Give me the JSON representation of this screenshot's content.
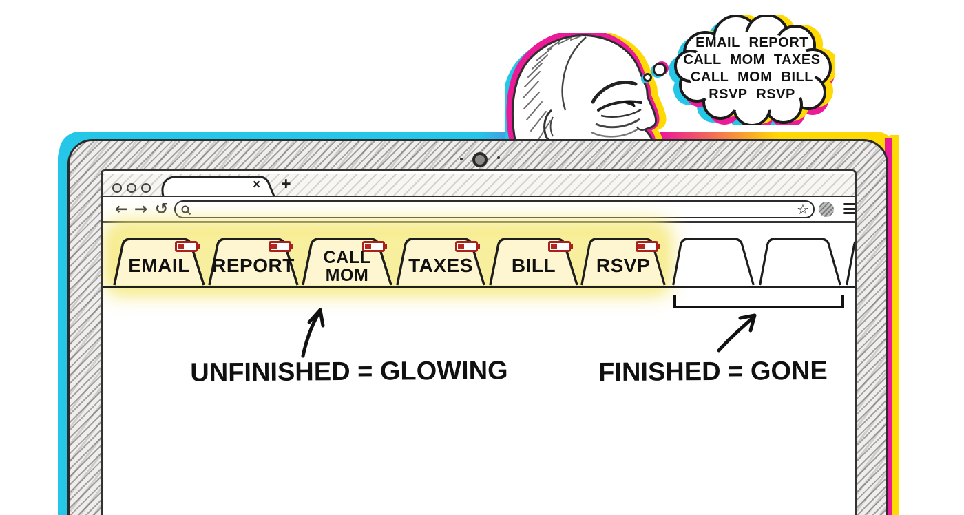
{
  "thought_bubble": {
    "lines": [
      "EMAIL REPORT",
      "CALL MOM TAXES",
      "CALL MOM BILL",
      "RSVP RSVP"
    ]
  },
  "browser": {
    "active_tab_close_label": "×",
    "new_tab_label": "+",
    "nav_icons": {
      "back": "←",
      "forward": "→",
      "reload": "↻",
      "bookmark_star": "☆"
    },
    "tabs": [
      {
        "label": "EMAIL",
        "glowing": true,
        "battery": "low"
      },
      {
        "label": "REPORT",
        "glowing": true,
        "battery": "low"
      },
      {
        "label": "CALL MOM",
        "glowing": true,
        "battery": "low"
      },
      {
        "label": "TAXES",
        "glowing": true,
        "battery": "low"
      },
      {
        "label": "BILL",
        "glowing": true,
        "battery": "low"
      },
      {
        "label": "RSVP",
        "glowing": true,
        "battery": "low"
      },
      {
        "label": "",
        "glowing": false
      },
      {
        "label": "",
        "glowing": false
      },
      {
        "label": "",
        "glowing": false
      }
    ]
  },
  "annotations": {
    "unfinished": "UNFINISHED = GLOWING",
    "finished": "FINISHED = GONE"
  },
  "colors": {
    "glow": "#f5e87a",
    "battery_red": "#a8211c",
    "chroma_cyan": "#25c7e8",
    "chroma_magenta": "#ec1a96",
    "chroma_yellow": "#ffd903"
  }
}
